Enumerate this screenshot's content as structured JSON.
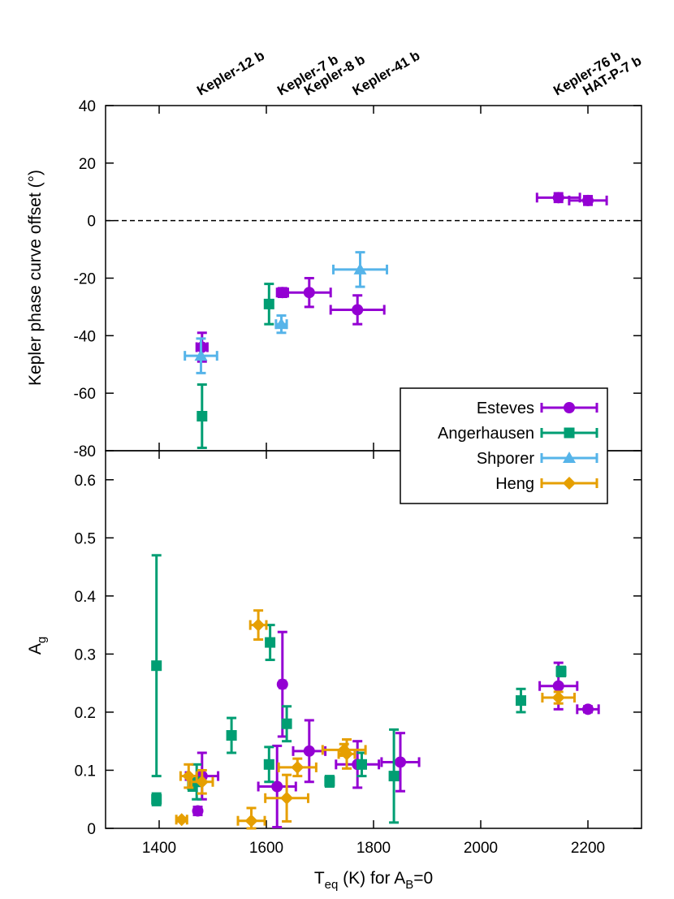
{
  "colors": {
    "Esteves": "#9400d3",
    "Angerhausen": "#009e73",
    "Shporer": "#56b4e9",
    "Heng": "#e69f00",
    "frame": "#000000"
  },
  "chart_data": [
    {
      "type": "scatter",
      "panel": "top",
      "ylabel": "Kepler phase curve offset (°)",
      "xlim": [
        1300,
        2300
      ],
      "ylim": [
        -80,
        40
      ],
      "yticks": [
        -80,
        -60,
        -40,
        -20,
        0,
        20,
        40
      ],
      "zero_line": true,
      "top_labels": [
        {
          "text": "Kepler-12 b",
          "x": 1480
        },
        {
          "text": "Kepler-7 b",
          "x": 1630
        },
        {
          "text": "Kepler-8 b",
          "x": 1680
        },
        {
          "text": "Kepler-41 b",
          "x": 1770
        },
        {
          "text": "Kepler-76 b",
          "x": 2145
        },
        {
          "text": "HAT-P-7 b",
          "x": 2200
        }
      ],
      "legend_position": "lower-right",
      "series": [
        {
          "name": "Esteves",
          "marker": "circle",
          "points": [
            {
              "x": 1480,
              "y": -44,
              "xerr": 10,
              "yerr": 5
            },
            {
              "x": 1630,
              "y": -25,
              "xerr": 10,
              "yerr": 1.5
            },
            {
              "x": 1680,
              "y": -25,
              "xerr": 40,
              "yerr": 5
            },
            {
              "x": 1770,
              "y": -31,
              "xerr": 50,
              "yerr": 5
            },
            {
              "x": 2145,
              "y": 8,
              "xerr": 40,
              "yerr": 1.5
            },
            {
              "x": 2200,
              "y": 7,
              "xerr": 35,
              "yerr": 1.5
            }
          ]
        },
        {
          "name": "Angerhausen",
          "marker": "square",
          "points": [
            {
              "x": 1480,
              "y": -68,
              "xerr": 0,
              "yerr": 11
            },
            {
              "x": 1605,
              "y": -29,
              "xerr": 0,
              "yerr": 7
            }
          ]
        },
        {
          "name": "Shporer",
          "marker": "triangle",
          "points": [
            {
              "x": 1478,
              "y": -47,
              "xerr": 30,
              "yerr": 6
            },
            {
              "x": 1628,
              "y": -36,
              "xerr": 10,
              "yerr": 3
            },
            {
              "x": 1775,
              "y": -17,
              "xerr": 50,
              "yerr": 6
            }
          ]
        }
      ]
    },
    {
      "type": "scatter",
      "panel": "bottom",
      "xlabel": "T",
      "xlabel_sub": "eq",
      "xlabel_rest": " (K) for A",
      "xlabel_sub2": "B",
      "xlabel_end": "=0",
      "ylabel": "A",
      "ylabel_sub": "g",
      "xlim": [
        1300,
        2300
      ],
      "ylim": [
        0,
        0.65
      ],
      "yticks": [
        0,
        0.1,
        0.2,
        0.3,
        0.4,
        0.5,
        0.6
      ],
      "xticks": [
        1400,
        1600,
        1800,
        2000,
        2200
      ],
      "series": [
        {
          "name": "Esteves",
          "marker": "circle",
          "points": [
            {
              "x": 1472,
              "y": 0.03,
              "xerr": 5,
              "yerr": 0.007
            },
            {
              "x": 1480,
              "y": 0.09,
              "xerr": 30,
              "yerr": 0.04
            },
            {
              "x": 1620,
              "y": 0.072,
              "xerr": 35,
              "yerr": 0.07
            },
            {
              "x": 1630,
              "y": 0.248,
              "xerr": 5,
              "yerr": 0.09
            },
            {
              "x": 1680,
              "y": 0.133,
              "xerr": 30,
              "yerr": 0.053
            },
            {
              "x": 1770,
              "y": 0.11,
              "xerr": 40,
              "yerr": 0.04
            },
            {
              "x": 1850,
              "y": 0.114,
              "xerr": 35,
              "yerr": 0.05
            },
            {
              "x": 2145,
              "y": 0.245,
              "xerr": 35,
              "yerr": 0.04
            },
            {
              "x": 2200,
              "y": 0.205,
              "xerr": 20,
              "yerr": 0.005
            }
          ]
        },
        {
          "name": "Angerhausen",
          "marker": "square",
          "points": [
            {
              "x": 1395,
              "y": 0.28,
              "xerr": 0,
              "yerr": 0.19
            },
            {
              "x": 1395,
              "y": 0.05,
              "xerr": 0,
              "yerr": 0.01
            },
            {
              "x": 1462,
              "y": 0.075,
              "xerr": 0,
              "yerr": 0.01
            },
            {
              "x": 1470,
              "y": 0.08,
              "xerr": 0,
              "yerr": 0.03
            },
            {
              "x": 1535,
              "y": 0.16,
              "xerr": 0,
              "yerr": 0.03
            },
            {
              "x": 1605,
              "y": 0.11,
              "xerr": 0,
              "yerr": 0.03
            },
            {
              "x": 1607,
              "y": 0.32,
              "xerr": 0,
              "yerr": 0.03
            },
            {
              "x": 1638,
              "y": 0.18,
              "xerr": 0,
              "yerr": 0.03
            },
            {
              "x": 1718,
              "y": 0.081,
              "xerr": 0,
              "yerr": 0.009
            },
            {
              "x": 1778,
              "y": 0.11,
              "xerr": 0,
              "yerr": 0.02
            },
            {
              "x": 1838,
              "y": 0.09,
              "xerr": 0,
              "yerr": 0.08
            },
            {
              "x": 2075,
              "y": 0.22,
              "xerr": 0,
              "yerr": 0.02
            },
            {
              "x": 2150,
              "y": 0.27,
              "xerr": 0,
              "yerr": 0.008
            }
          ]
        },
        {
          "name": "Heng",
          "marker": "diamond",
          "points": [
            {
              "x": 1442,
              "y": 0.015,
              "xerr": 10,
              "yerr": 0.003
            },
            {
              "x": 1455,
              "y": 0.09,
              "xerr": 15,
              "yerr": 0.02
            },
            {
              "x": 1480,
              "y": 0.08,
              "xerr": 20,
              "yerr": 0.02
            },
            {
              "x": 1572,
              "y": 0.013,
              "xerr": 25,
              "yerr": 0.022
            },
            {
              "x": 1585,
              "y": 0.35,
              "xerr": 15,
              "yerr": 0.025
            },
            {
              "x": 1638,
              "y": 0.052,
              "xerr": 40,
              "yerr": 0.04
            },
            {
              "x": 1658,
              "y": 0.105,
              "xerr": 35,
              "yerr": 0.015
            },
            {
              "x": 1745,
              "y": 0.135,
              "xerr": 40,
              "yerr": 0.01
            },
            {
              "x": 1750,
              "y": 0.128,
              "xerr": 15,
              "yerr": 0.025
            },
            {
              "x": 2145,
              "y": 0.225,
              "xerr": 30,
              "yerr": 0.01
            }
          ]
        }
      ]
    }
  ]
}
